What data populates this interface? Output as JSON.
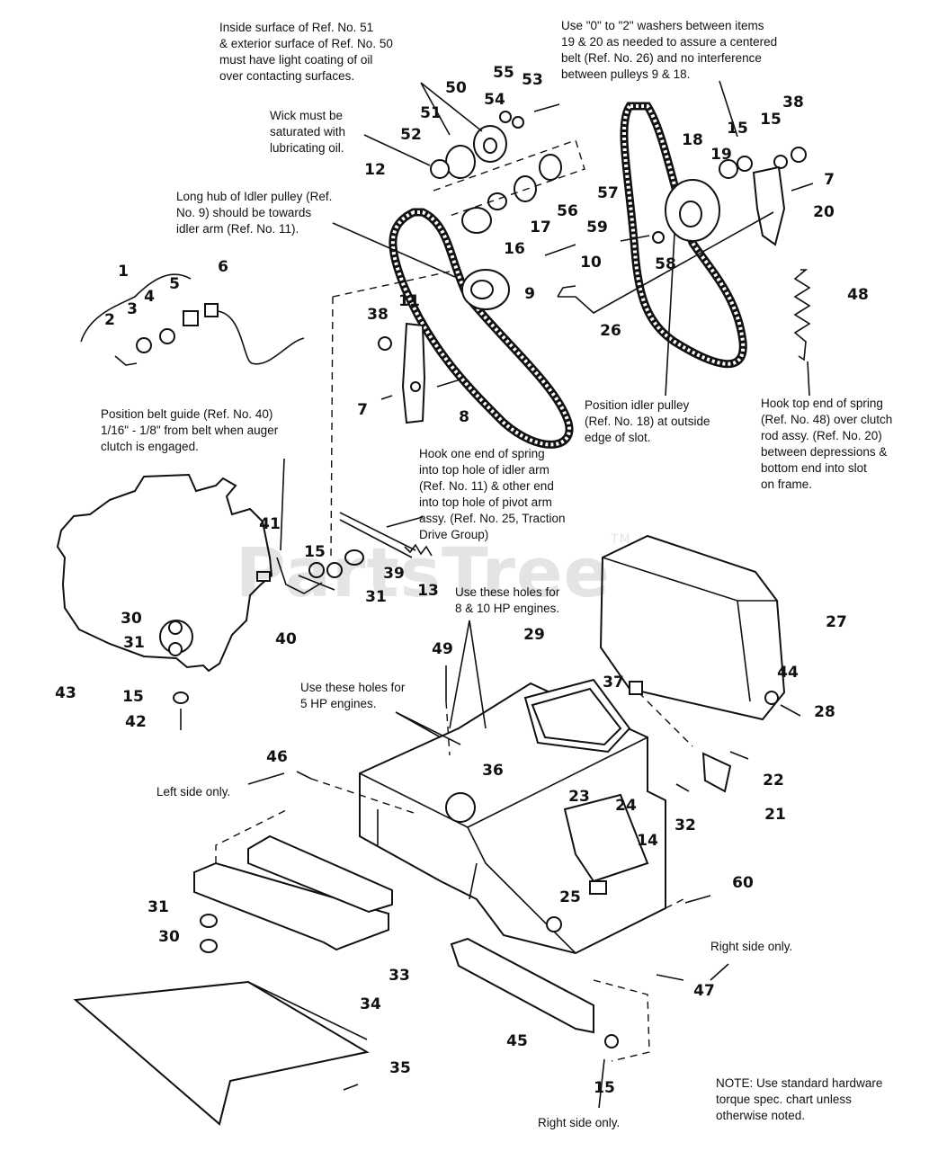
{
  "notes": [
    {
      "id": "note-oil-coating",
      "text": "Inside surface of Ref. No. 51\n& exterior surface of Ref. No. 50\nmust have light coating of oil\nover contacting surfaces."
    },
    {
      "id": "note-washers",
      "text": "Use \"0\" to \"2\" washers between items\n19 & 20 as needed to assure a centered\nbelt (Ref. No. 26) and no interference\nbetween pulleys 9 & 18."
    },
    {
      "id": "note-wick",
      "text": "Wick must be\nsaturated with\nlubricating oil."
    },
    {
      "id": "note-long-hub",
      "text": "Long hub of Idler pulley (Ref.\nNo. 9) should be towards\nidler arm (Ref. No. 11)."
    },
    {
      "id": "note-belt-guide",
      "text": "Position belt guide (Ref. No. 40)\n1/16\" - 1/8\" from belt when auger\nclutch is engaged."
    },
    {
      "id": "note-idler-position",
      "text": "Position idler pulley\n(Ref. No. 18) at outside\nedge of slot."
    },
    {
      "id": "note-hook-spring-48",
      "text": "Hook top end of spring\n(Ref. No. 48) over clutch\nrod assy. (Ref. No. 20)\nbetween depressions &\nbottom end into slot\non frame."
    },
    {
      "id": "note-hook-spring-idler",
      "text": "Hook one end of spring\ninto top hole of idler arm\n(Ref. No. 11) & other end\ninto top hole of pivot arm\nassy. (Ref. No. 25, Traction\nDrive Group)"
    },
    {
      "id": "note-holes-8-10hp",
      "text": "Use these holes for\n8 & 10 HP engines."
    },
    {
      "id": "note-holes-5hp",
      "text": "Use these holes for\n5 HP engines."
    },
    {
      "id": "note-left-side",
      "text": "Left side only."
    },
    {
      "id": "note-right-side-1",
      "text": "Right side only."
    },
    {
      "id": "note-right-side-2",
      "text": "Right side only."
    },
    {
      "id": "note-standard-hardware",
      "text": "NOTE: Use standard hardware\ntorque spec. chart unless\notherwise noted."
    }
  ],
  "part_numbers": [
    "1",
    "2",
    "3",
    "4",
    "5",
    "6",
    "7",
    "7",
    "8",
    "9",
    "10",
    "11",
    "12",
    "13",
    "14",
    "15",
    "15",
    "15",
    "15",
    "15",
    "16",
    "17",
    "18",
    "19",
    "20",
    "21",
    "22",
    "23",
    "24",
    "25",
    "26",
    "27",
    "28",
    "29",
    "30",
    "30",
    "31",
    "31",
    "31",
    "32",
    "33",
    "34",
    "35",
    "36",
    "37",
    "38",
    "38",
    "39",
    "40",
    "41",
    "42",
    "43",
    "44",
    "45",
    "46",
    "47",
    "48",
    "49",
    "50",
    "51",
    "52",
    "53",
    "54",
    "55",
    "56",
    "57",
    "58",
    "59",
    "60"
  ],
  "watermark": {
    "text": "PartsTree",
    "mark": "TM"
  }
}
